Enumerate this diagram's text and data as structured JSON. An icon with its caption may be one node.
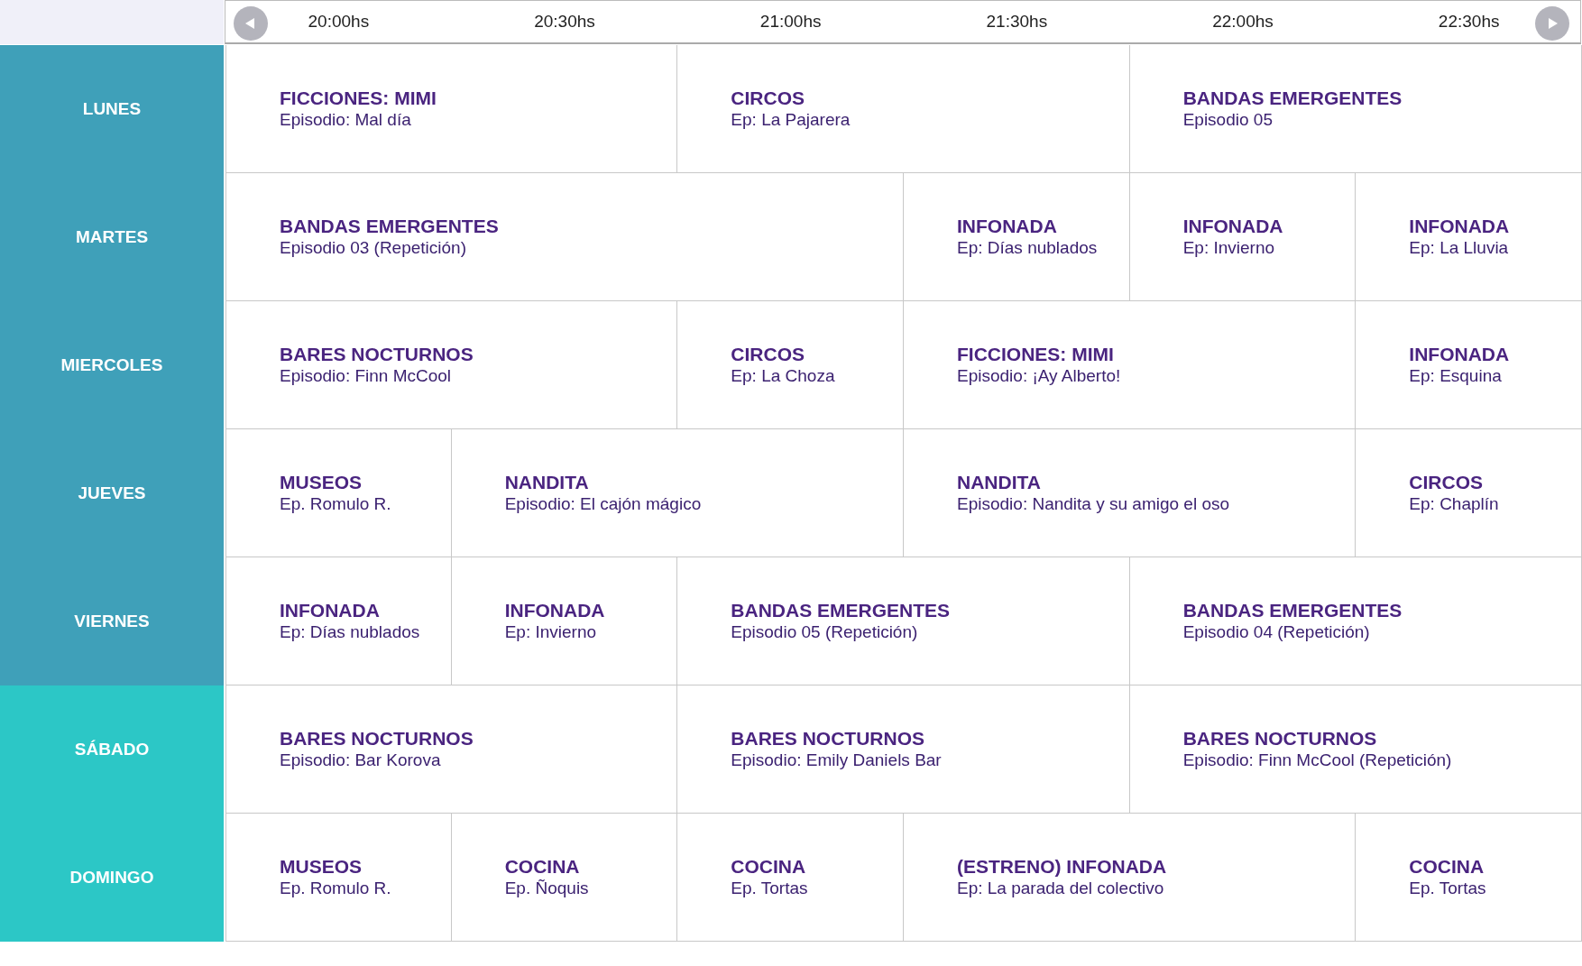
{
  "diagram": {
    "nodes": [
      {
        "text": [
          "LUNES"
        ]
      },
      {
        "text": [
          "FICCIONES: MIMI",
          "Episodio: Mal día"
        ]
      },
      {
        "text": [
          "CIRCOS",
          "Ep: La Pajarera"
        ]
      },
      {
        "text": [
          "BANDAS EMERGENTES",
          "Episodio 05"
        ]
      },
      {
        "text": [
          "MARTES"
        ]
      },
      {
        "text": [
          "BANDAS EMERGENTES",
          "Episodio 03 (Repetición)"
        ]
      },
      {
        "text": [
          "INFONADA",
          "Ep: Días nublados"
        ]
      },
      {
        "text": [
          "INFONADA",
          "Ep: Invierno"
        ]
      },
      {
        "text": [
          "INFONADA",
          "Ep: La Lluvia"
        ]
      },
      {
        "text": [
          "MIERCOLES"
        ]
      },
      {
        "text": [
          "BARES NOCTURNOS",
          "Episodio: Finn McCool"
        ]
      },
      {
        "text": [
          "CIRCOS",
          "Ep: La Choza"
        ]
      },
      {
        "text": [
          "FICCIONES: MIMI",
          "Episodio: ¡Ay Alberto!"
        ]
      },
      {
        "text": [
          "INFONADA",
          "Ep: Esquina"
        ]
      },
      {
        "text": [
          "JUEVES"
        ]
      },
      {
        "text": [
          "MUSEOS",
          "Ep. Romulo R."
        ]
      },
      {
        "text": [
          "NANDITA",
          "Episodio: El cajón mágico"
        ]
      },
      {
        "text": [
          "NANDITA",
          "Episodio: Nandita y su amigo el oso"
        ]
      },
      {
        "text": [
          "CIRCOS",
          "Ep: Chaplín"
        ]
      },
      {
        "text": [
          "VIERNES"
        ]
      },
      {
        "text": [
          "INFONADA",
          "Ep: Días nublados"
        ]
      },
      {
        "text": [
          "INFONADA",
          "Ep: Invierno"
        ]
      },
      {
        "text": [
          "BANDAS EMERGENTES",
          "Episodio 05 (Repetición)"
        ]
      },
      {
        "text": [
          "BANDAS EMERGENTES",
          "Episodio 04 (Repetición)"
        ]
      },
      {
        "text": [
          "SÁBADO"
        ]
      },
      {
        "text": [
          "BARES NOCTURNOS",
          "Episodio: Bar Korova"
        ]
      },
      {
        "text": [
          "BARES NOCTURNOS",
          "Episodio: Emily Daniels Bar"
        ]
      },
      {
        "text": [
          "BARES NOCTURNOS",
          "Episodio: Finn McCool (Repetición)"
        ]
      },
      {
        "text": [
          "DOMINGO"
        ]
      },
      {
        "text": [
          "MUSEOS",
          "Ep. Romulo R."
        ]
      },
      {
        "text": [
          "COCINA",
          "Ep. Ñoquis"
        ]
      },
      {
        "text": [
          "COCINA",
          "Ep. Tortas"
        ]
      },
      {
        "text": [
          "(ESTRENO) INFONADA",
          "Ep: La parada del colectivo"
        ]
      },
      {
        "text": [
          "COCINA",
          "Ep. Tortas"
        ]
      }
    ],
    "labels": [
      "20:00hs",
      "20:30hs",
      "21:00hs",
      "21:30hs",
      "22:00hs",
      "22:30hs"
    ]
  }
}
